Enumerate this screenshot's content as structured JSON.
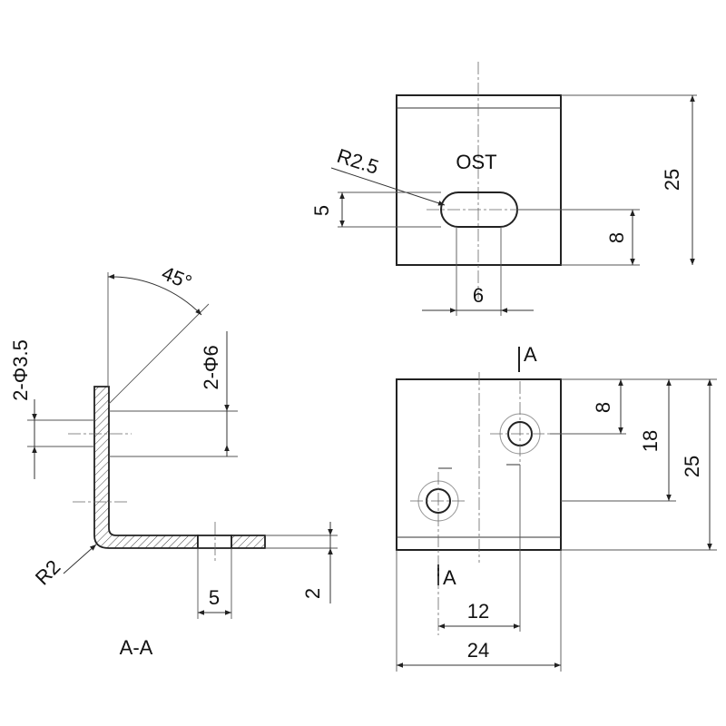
{
  "front_view": {
    "label": "OST",
    "radius_callout": "R2.5",
    "slot_height": "5",
    "slot_offset_from_bottom": "8",
    "slot_width": "6",
    "height": "25"
  },
  "section_view": {
    "title": "A-A",
    "angle": "45°",
    "hole_small": "2-Φ3.5",
    "hole_large": "2-Φ6",
    "bend_radius": "R2",
    "hole_width": "5",
    "thickness": "2"
  },
  "plan_view": {
    "section_mark_top": "A",
    "section_mark_bottom": "A",
    "hole_from_top": "8",
    "hole_spacing_vertical": "18",
    "height": "25",
    "hole_spacing_horizontal": "12",
    "width": "24"
  }
}
